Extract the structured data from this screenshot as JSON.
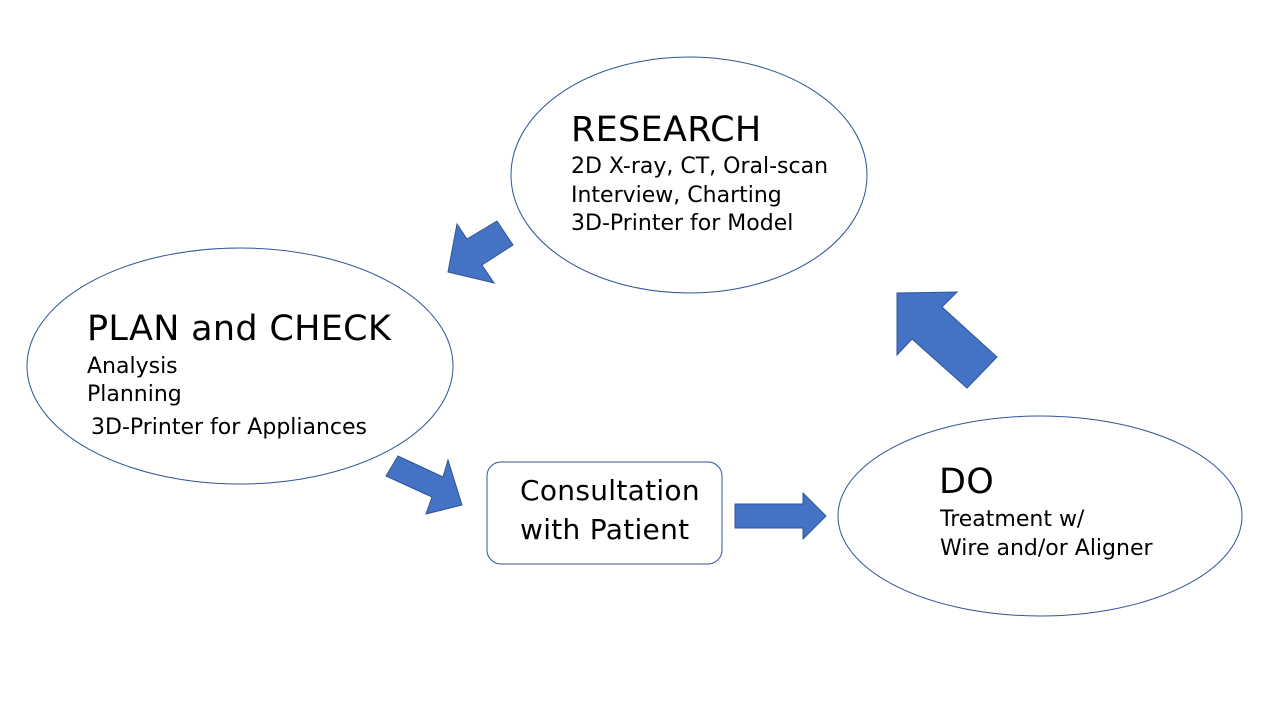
{
  "colors": {
    "arrow": "#4472C4",
    "outline": "#2F5597",
    "text": "#000000",
    "background": "#FFFFFF"
  },
  "research": {
    "title": "RESEARCH",
    "lines": [
      "2D X-ray, CT, Oral-scan",
      "Interview, Charting",
      "3D-Printer for Model"
    ]
  },
  "plan": {
    "title": "PLAN and CHECK",
    "lines": [
      "Analysis",
      "Planning",
      "3D-Printer for Appliances"
    ]
  },
  "consultation": {
    "lines": [
      "Consultation",
      "with Patient"
    ]
  },
  "do": {
    "title": "DO",
    "lines": [
      "Treatment w/",
      "Wire and/or Aligner"
    ]
  }
}
